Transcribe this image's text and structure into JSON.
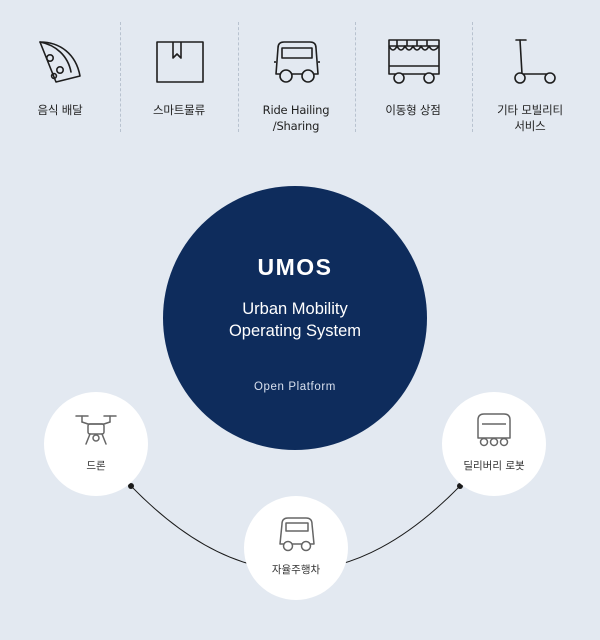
{
  "services": [
    {
      "label": "음식 배달",
      "icon": "pizza-slice-icon"
    },
    {
      "label": "스마트물류",
      "icon": "parcel-box-icon"
    },
    {
      "label": "Ride Hailing\n/Sharing",
      "icon": "car-icon"
    },
    {
      "label": "이동형 상점",
      "icon": "food-truck-icon"
    },
    {
      "label": "기타 모빌리티\n서비스",
      "icon": "kick-scooter-icon"
    }
  ],
  "center": {
    "title": "UMOS",
    "subtitle": "Urban Mobility\nOperating System",
    "platform": "Open Platform"
  },
  "nodes": [
    {
      "label": "드론",
      "icon": "drone-icon"
    },
    {
      "label": "자율주행차",
      "icon": "autonomous-car-icon"
    },
    {
      "label": "딜리버리 로봇",
      "icon": "delivery-robot-icon"
    }
  ],
  "colors": {
    "background": "#e3e9f1",
    "center": "#0e2c5c",
    "node": "#ffffff",
    "line": "#1a1a1a"
  }
}
